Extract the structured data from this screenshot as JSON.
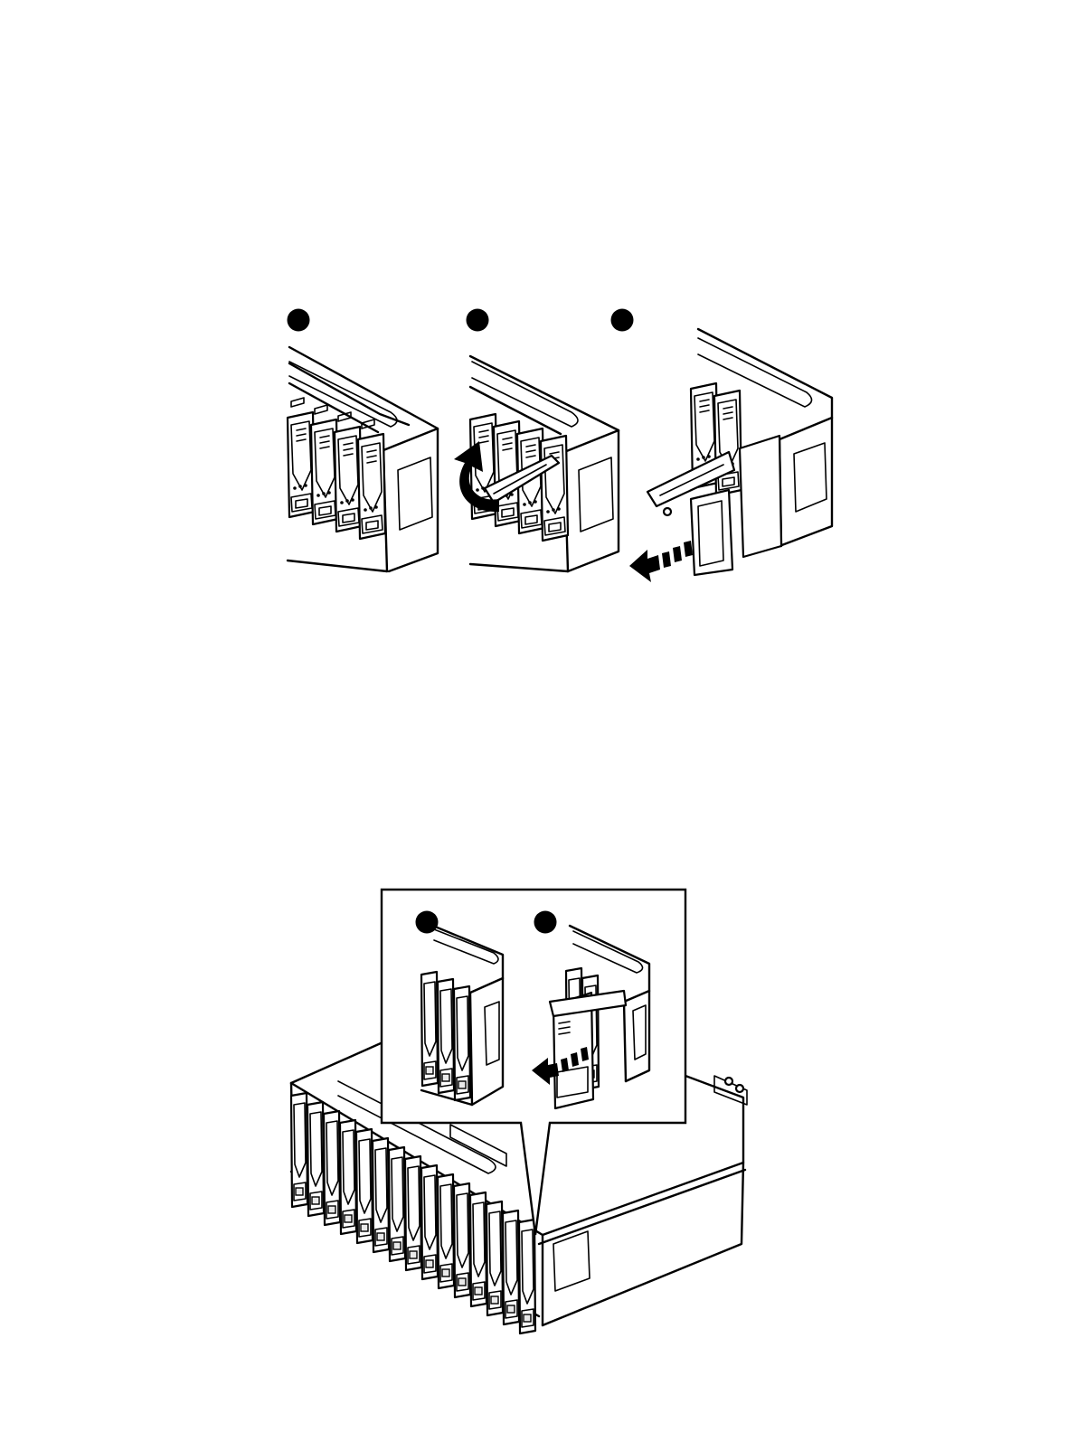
{
  "figure1": {
    "steps": [
      {
        "marker": "step-1"
      },
      {
        "marker": "step-2"
      },
      {
        "marker": "step-3"
      }
    ],
    "icons": [
      "rotate-arrow-icon",
      "pull-arrow-icon"
    ]
  },
  "figure2": {
    "callout_steps": [
      {
        "marker": "step-1"
      },
      {
        "marker": "step-2"
      }
    ],
    "icons": [
      "pull-arrow-icon"
    ]
  },
  "colors": {
    "line": "#000000",
    "background": "#ffffff"
  }
}
